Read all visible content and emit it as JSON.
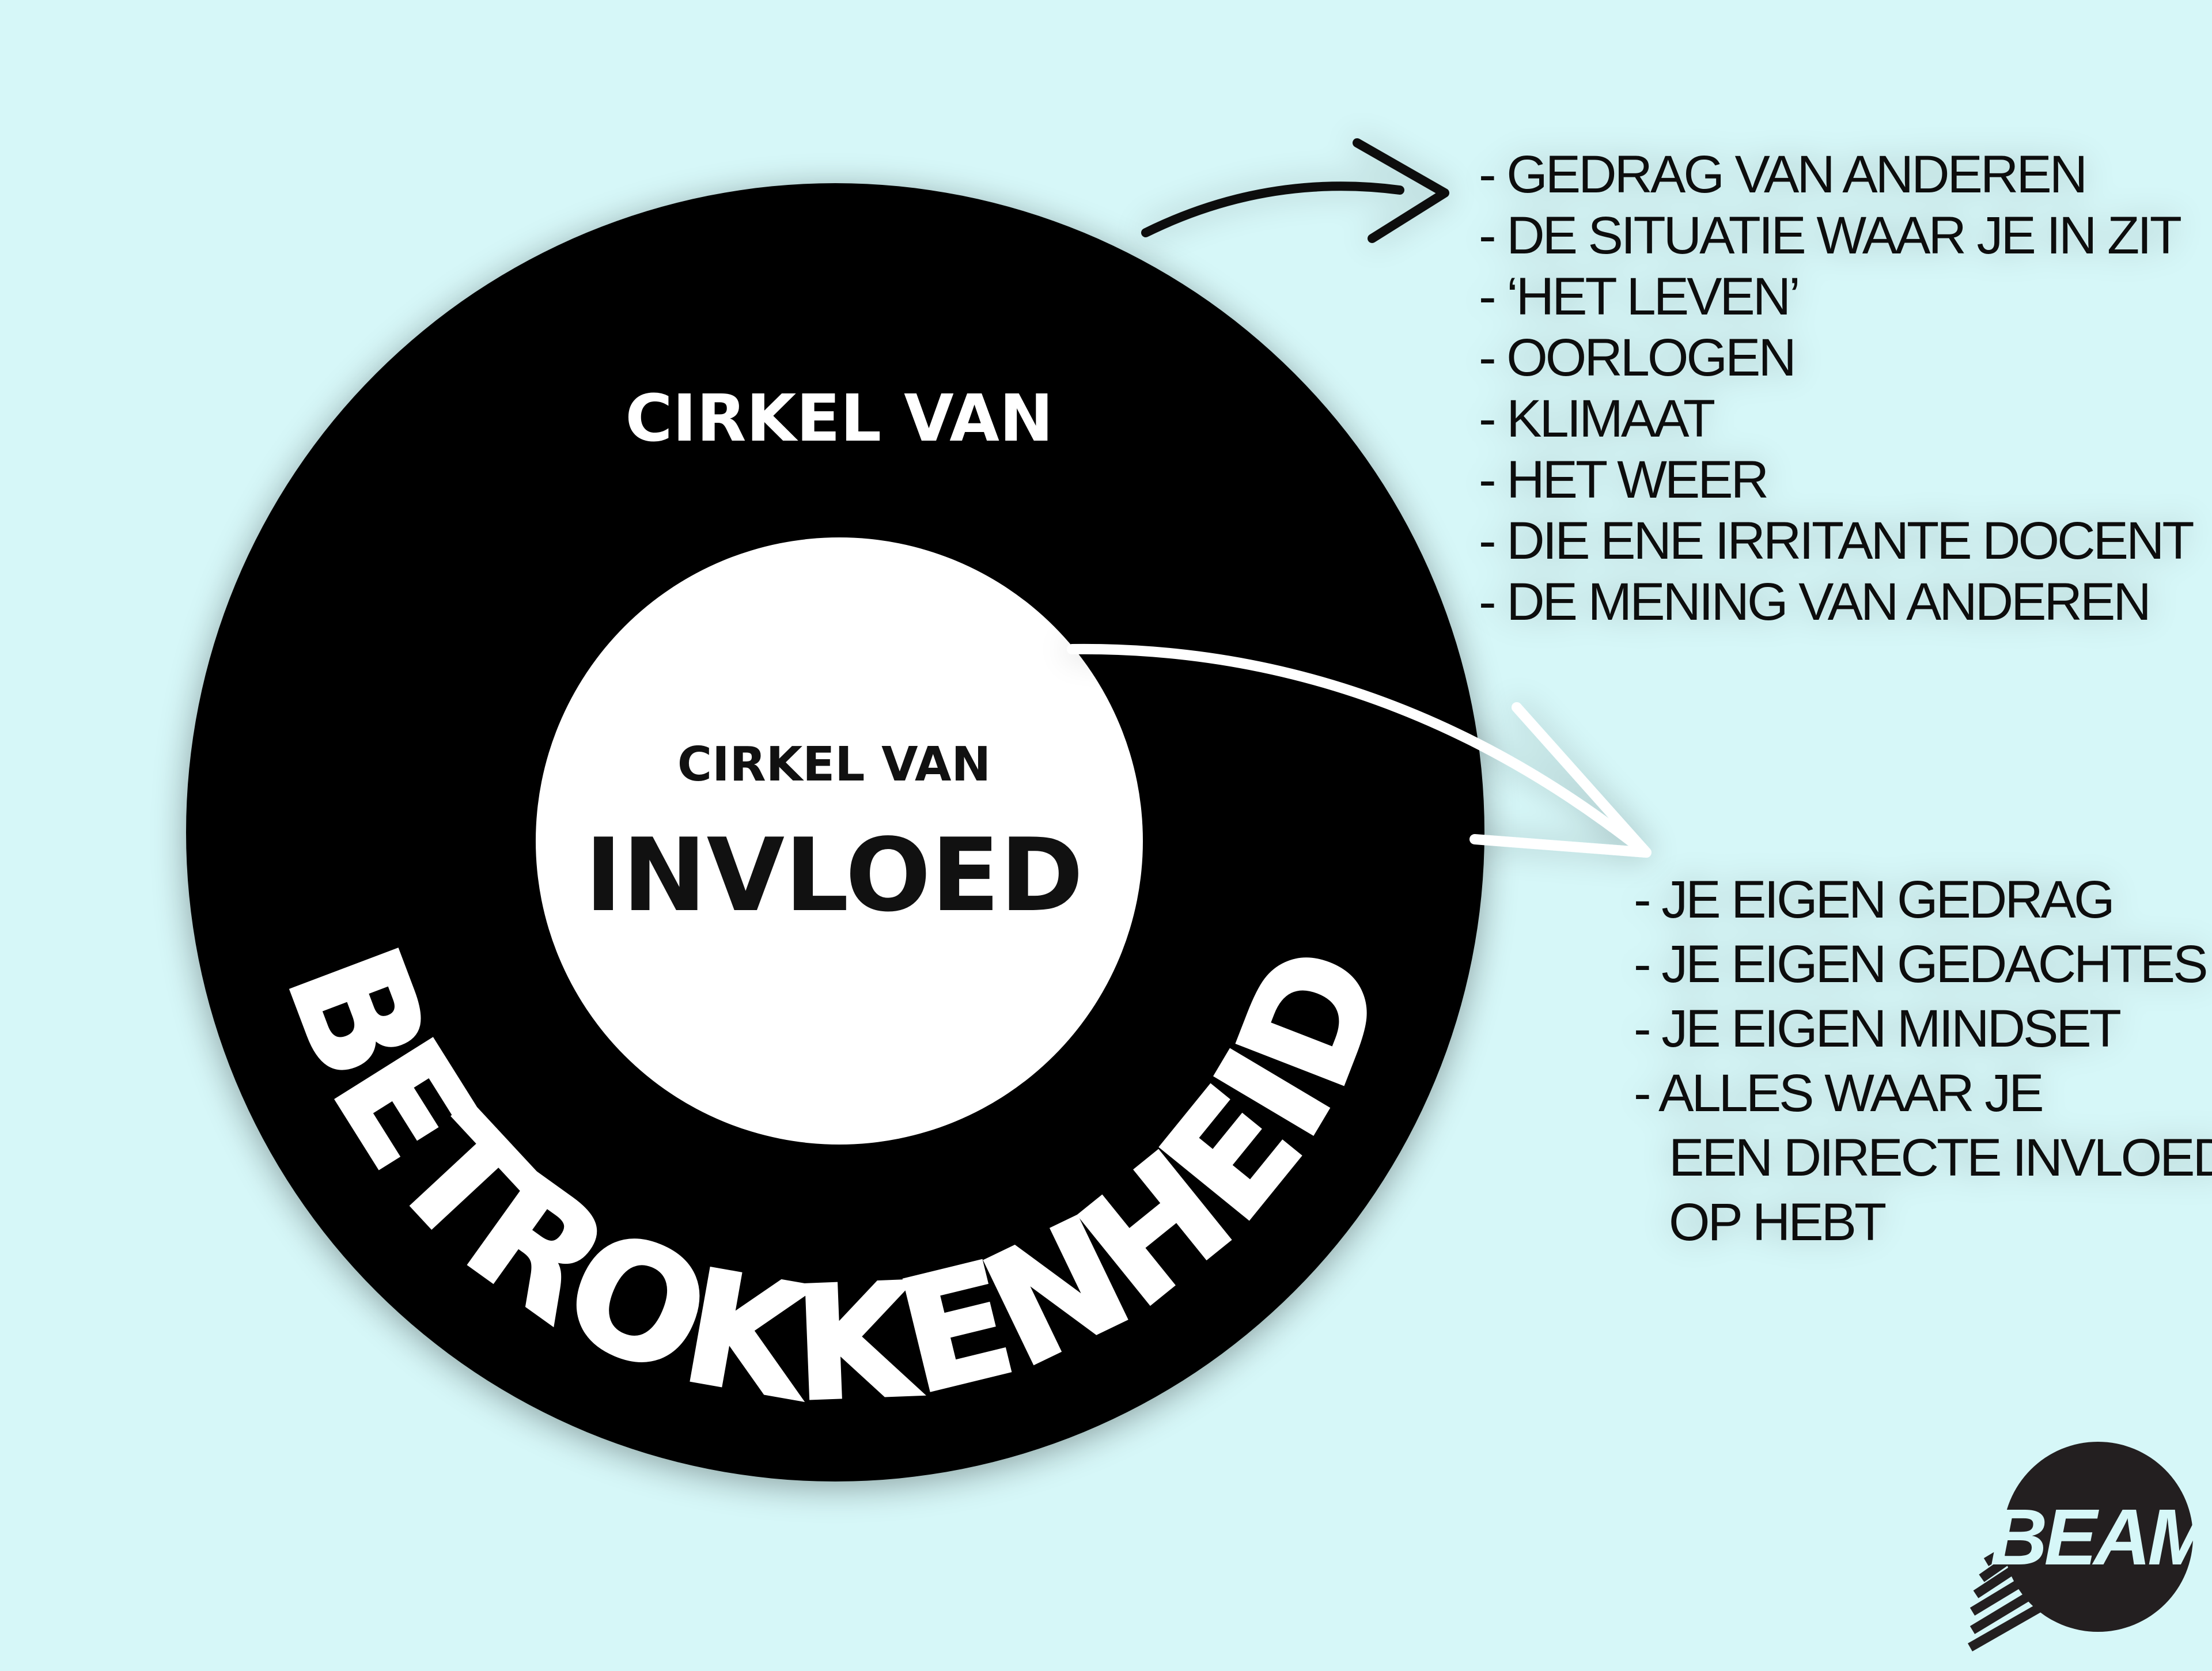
{
  "colors": {
    "background": "#d6f7f8",
    "circle_outer": "#000000",
    "circle_inner": "#ffffff",
    "logo_text": "#d6f7f8"
  },
  "outer_circle": {
    "label_top": "CIRKEL VAN",
    "label_arc": "BETROKKENHEID"
  },
  "inner_circle": {
    "label_top": "CIRKEL VAN",
    "label_main": "INVLOED"
  },
  "concern_list": {
    "items": [
      "- GEDRAG VAN ANDEREN",
      "- DE SITUATIE WAAR JE IN ZIT",
      "- ‘HET LEVEN’",
      "- OORLOGEN",
      "- KLIMAAT",
      "- HET WEER",
      "- DIE ENE IRRITANTE DOCENT",
      "- DE MENING VAN ANDEREN"
    ]
  },
  "influence_list": {
    "items": [
      "- JE EIGEN GEDRAG",
      "- JE EIGEN GEDACHTES",
      "- JE EIGEN MINDSET",
      "- ALLES WAAR JE",
      "EEN DIRECTE INVLOED",
      "OP HEBT"
    ]
  },
  "logo": {
    "text": "BEAM"
  }
}
